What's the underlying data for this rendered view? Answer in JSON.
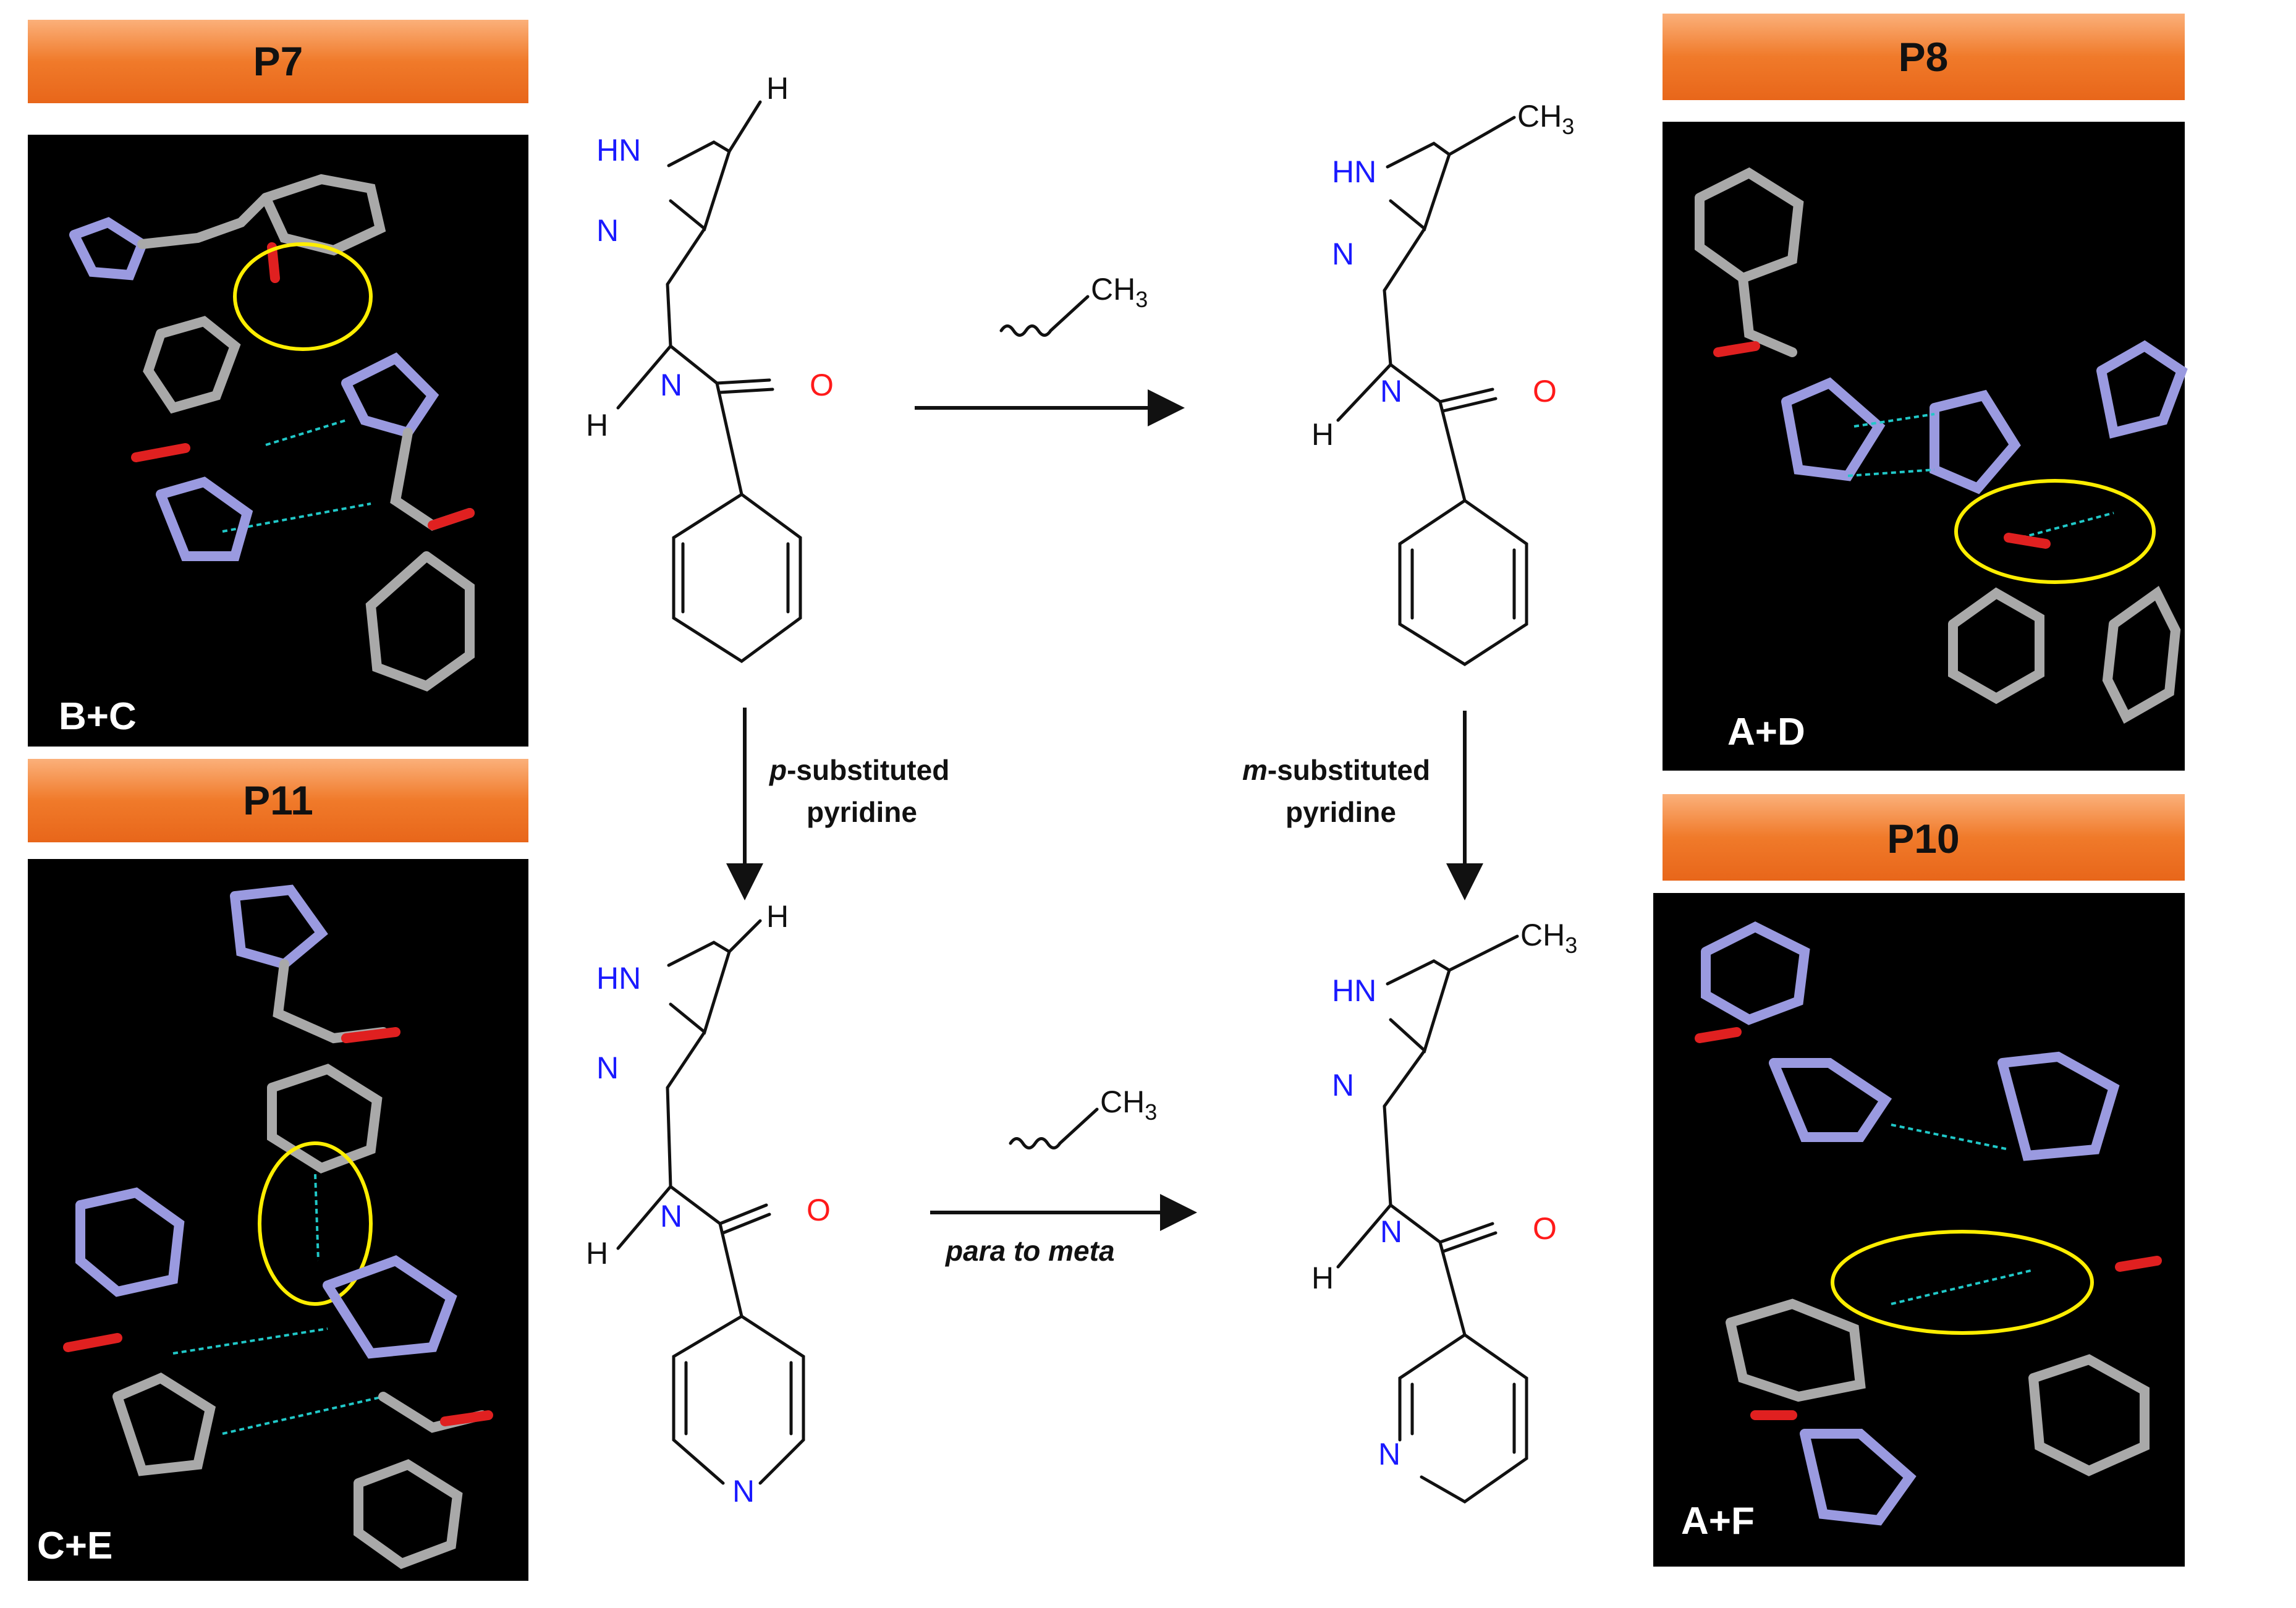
{
  "panels": {
    "p7": {
      "title": "P7",
      "combo": "B+C"
    },
    "p8": {
      "title": "P8",
      "combo": "A+D"
    },
    "p11": {
      "title": "P11",
      "combo": "C+E"
    },
    "p10": {
      "title": "P10",
      "combo": "A+F"
    }
  },
  "atoms": {
    "H": "H",
    "HN": "HN",
    "N": "N",
    "O": "O",
    "CH": "CH",
    "sub3": "3"
  },
  "arrows": {
    "top_right_group": "CH",
    "top_right_sub": "3",
    "bottom_right_group": "CH",
    "bottom_right_sub": "3",
    "bottom_right_label": "para to meta",
    "left_down_label_italic": "p",
    "left_down_label_rest": "-substituted",
    "left_down_label_2": "pyridine",
    "right_down_label_italic": "m",
    "right_down_label_rest": "-substituted",
    "right_down_label_2": "pyridine"
  },
  "colors": {
    "tab_orange": "#f07a2a",
    "nitrogen": "#1a1aff",
    "oxygen": "#ff1a1a",
    "hbond": "#20c8c8",
    "highlight": "#ffee00"
  }
}
